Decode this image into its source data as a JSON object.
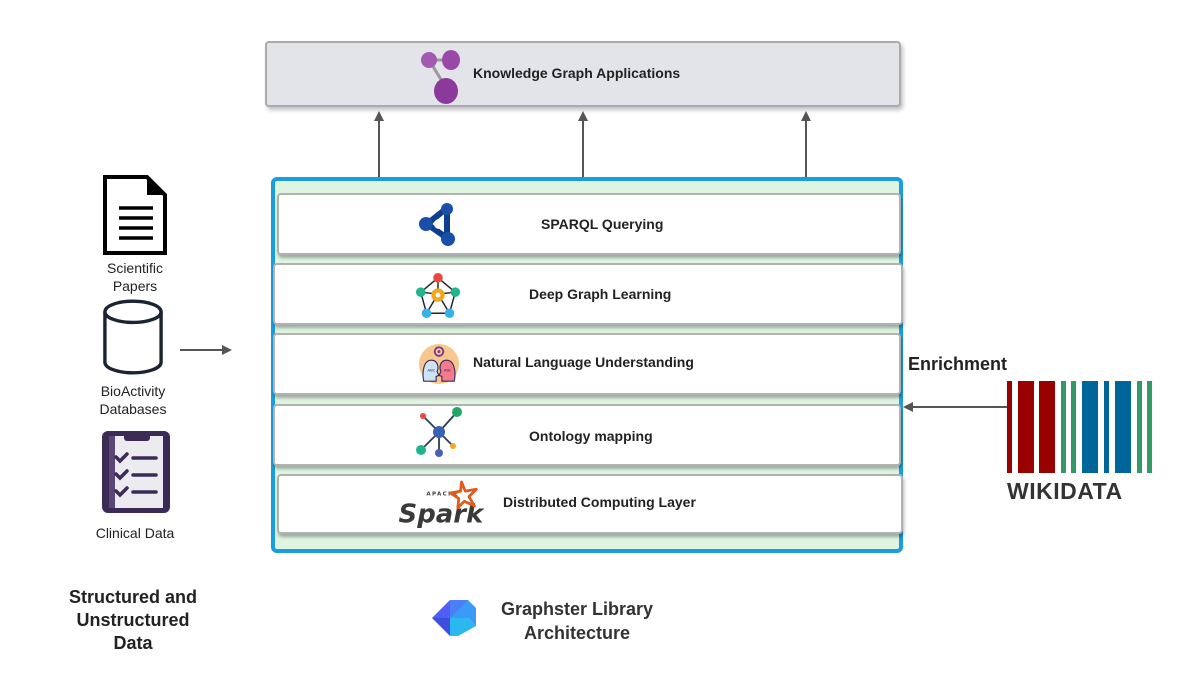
{
  "diagram": {
    "title": "Graphster Library Architecture",
    "top_box": {
      "label": "Knowledge Graph Applications",
      "icon": "graph-nodes-icon"
    },
    "layers": [
      {
        "label": "SPARQL Querying",
        "icon": "sparql-icon"
      },
      {
        "label": "Deep Graph Learning",
        "icon": "neural-graph-icon"
      },
      {
        "label": "Natural Language Understanding",
        "icon": "nlu-heads-icon"
      },
      {
        "label": "Ontology mapping",
        "icon": "ontology-hub-icon"
      },
      {
        "label": "Distributed Computing Layer",
        "icon": "apache-spark-logo"
      }
    ],
    "sources": {
      "items": [
        {
          "label": "Scientific Papers",
          "line1": "Scientific",
          "line2": "Papers",
          "icon": "document-icon"
        },
        {
          "label": "BioActivity Databases",
          "line1": "BioActivity",
          "line2": "Databases",
          "icon": "database-icon"
        },
        {
          "label": "Clinical Data",
          "line1": "Clinical Data",
          "line2": "",
          "icon": "clipboard-checklist-icon"
        }
      ],
      "title_line1": "Structured and",
      "title_line2": "Unstructured",
      "title_line3": "Data"
    },
    "enrichment": {
      "label": "Enrichment",
      "source_name": "WIKIDATA",
      "icon": "wikidata-barcode-logo"
    },
    "caption": {
      "line1": "Graphster Library",
      "line2": "Architecture",
      "icon": "graphster-cube-logo"
    },
    "colors": {
      "container_border": "#1a9ee0",
      "container_fill": "#dff5e1",
      "top_box_fill": "#e2e4ea",
      "wikidata_red": "#990000",
      "wikidata_green": "#339966",
      "wikidata_blue": "#006699",
      "graph_purple": "#8b3a9c"
    }
  }
}
